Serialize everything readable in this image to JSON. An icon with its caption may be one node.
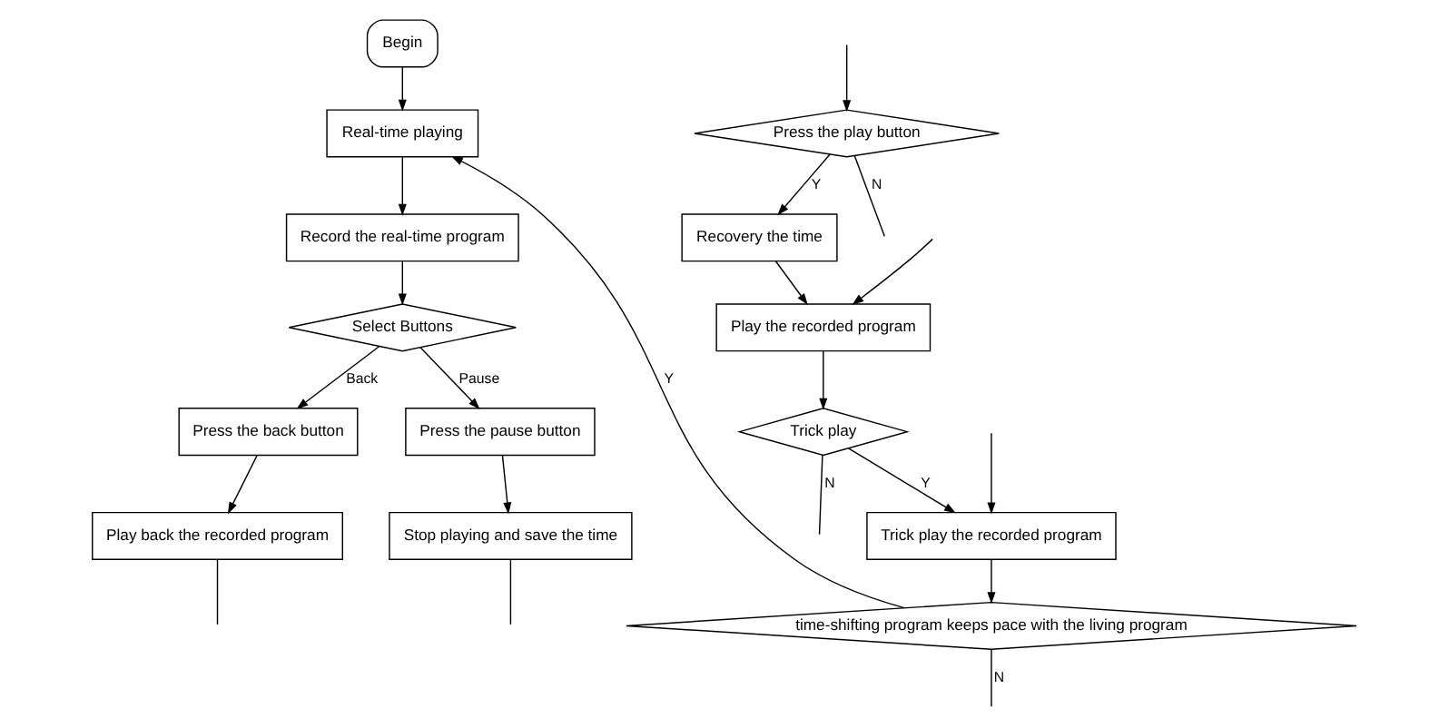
{
  "diagram": {
    "nodes": [
      {
        "text": [
          "Begin"
        ]
      },
      {
        "text": [
          "Real-time playing"
        ]
      },
      {
        "text": [
          "Record the real-time program"
        ]
      },
      {
        "text": [
          "Select Buttons"
        ]
      },
      {
        "text": [
          "Press the back button"
        ]
      },
      {
        "text": [
          "Press the pause button"
        ]
      },
      {
        "text": [
          "Play back the recorded program"
        ]
      },
      {
        "text": [
          "Stop playing and save the time"
        ]
      },
      {
        "text": [
          "time-shifting program keeps pace with the living program"
        ]
      },
      {
        "text": [
          "Trick play the recorded program"
        ]
      },
      {
        "text": [
          "Trick play"
        ]
      },
      {
        "text": [
          "Play the recorded program"
        ]
      },
      {
        "text": [
          "Recovery the time"
        ]
      },
      {
        "text": [
          "Press the play button"
        ]
      }
    ],
    "edges": [
      {
        "from": 0,
        "to": 1,
        "arrow": "to"
      },
      {
        "from": 1,
        "to": 2,
        "arrow": "to"
      },
      {
        "from": 2,
        "to": 3,
        "arrow": "to"
      },
      {
        "from": 3,
        "to": 4,
        "arrow": "to",
        "label": "Back"
      },
      {
        "from": 3,
        "to": 5,
        "arrow": "to",
        "label": "Pause"
      },
      {
        "from": 4,
        "to": 6,
        "arrow": "to"
      },
      {
        "from": 5,
        "to": 7,
        "arrow": "to"
      },
      {
        "from": 6,
        "to": null,
        "arrow": "none"
      },
      {
        "from": 7,
        "to": null,
        "arrow": "none"
      },
      {
        "from": 8,
        "to": 1,
        "arrow": "to",
        "label": "Y"
      },
      {
        "from": 8,
        "to": null,
        "arrow": "none",
        "label": "N"
      },
      {
        "from": null,
        "to": 9,
        "arrow": "to"
      },
      {
        "from": 9,
        "to": 8,
        "arrow": "to"
      },
      {
        "from": 10,
        "to": 9,
        "arrow": "to",
        "label": "Y"
      },
      {
        "from": 10,
        "to": null,
        "arrow": "none",
        "label": "N"
      },
      {
        "from": null,
        "to": 11,
        "arrow": "to"
      },
      {
        "from": 11,
        "to": 10,
        "arrow": "to"
      },
      {
        "from": 12,
        "to": 11,
        "arrow": "to"
      },
      {
        "from": 13,
        "to": 12,
        "arrow": "to",
        "label": "Y"
      },
      {
        "from": 13,
        "to": null,
        "arrow": "none",
        "label": "N"
      },
      {
        "from": null,
        "to": 13,
        "arrow": "to"
      }
    ]
  }
}
